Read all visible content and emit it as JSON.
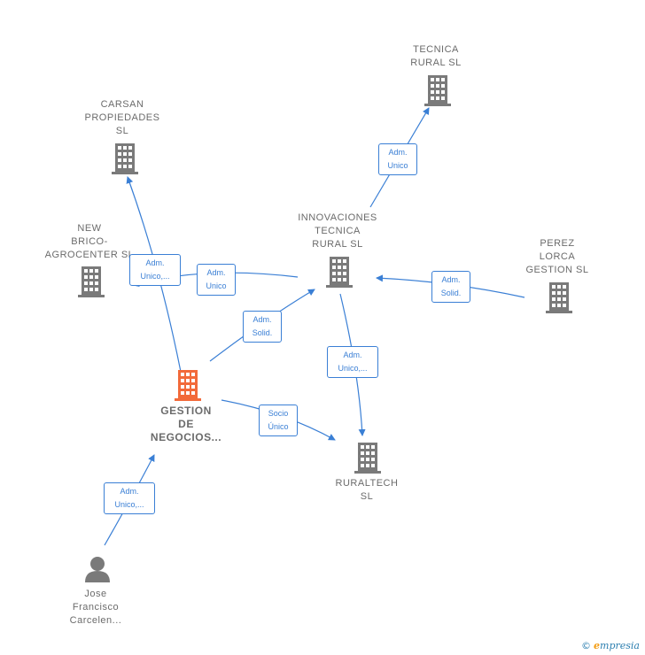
{
  "nodes": {
    "tecnica_rural": "TECNICA\nRURAL  SL",
    "carsan": "CARSAN\nPROPIEDADES\nSL",
    "innovaciones": "INNOVACIONES\nTECNICA\nRURAL  SL",
    "new_brico": "NEW\nBRICO-\nAGROCENTER SL",
    "perez_lorca": "PEREZ\nLORCA\nGESTION  SL",
    "gestion": "GESTION\nDE\nNEGOCIOS...",
    "ruraltech": "RURALTECH\nSL",
    "jose": "Jose\nFrancisco\nCarcelen..."
  },
  "edges": {
    "e1": "Adm.\nUnico",
    "e2": "Adm.\nUnico,...",
    "e3": "Adm.\nUnico",
    "e4": "Adm.\nSolid.",
    "e5": "Adm.\nSolid.",
    "e6": "Adm.\nUnico,...",
    "e7": "Socio\nÚnico",
    "e8": "Adm.\nUnico,..."
  },
  "footer": {
    "copyright": "©",
    "brand_first": "e",
    "brand_rest": "mpresia"
  },
  "colors": {
    "building": "#7a7a7a",
    "main_building": "#f26a3a",
    "edge": "#3a7fd5",
    "person": "#7a7a7a"
  }
}
